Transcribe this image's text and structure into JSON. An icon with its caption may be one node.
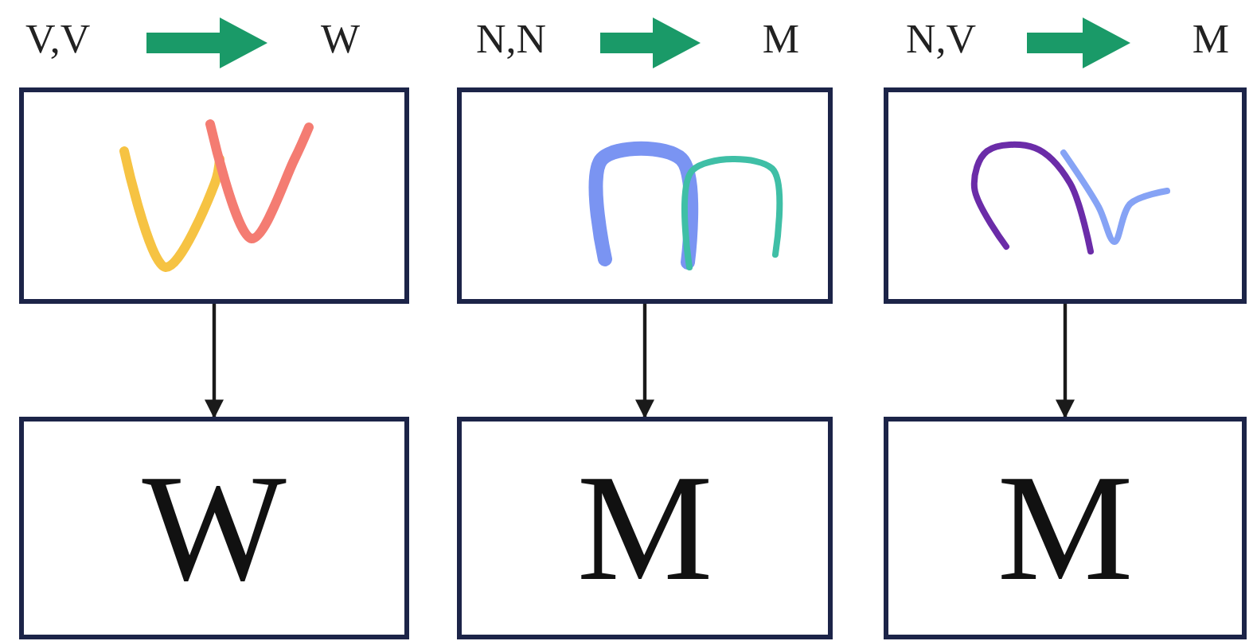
{
  "diagram": {
    "nodes": [
      {
        "text": [
          "V,V"
        ]
      },
      {
        "text": [
          "W"
        ]
      },
      {
        "text": [
          "N,N"
        ]
      },
      {
        "text": [
          "M"
        ]
      },
      {
        "text": [
          "N,V"
        ]
      },
      {
        "text": [
          "M"
        ]
      },
      {
        "text": [],
        "shape": "picture"
      },
      {
        "text": [],
        "shape": "picture"
      },
      {
        "text": [],
        "shape": "picture"
      },
      {
        "text": [
          "W"
        ]
      },
      {
        "text": [
          "M"
        ]
      },
      {
        "text": [
          "M"
        ]
      }
    ],
    "edges": [
      {
        "from": 0,
        "to": 1,
        "arrow": "to",
        "style": "thick",
        "color": "#1a9a68"
      },
      {
        "from": 2,
        "to": 3,
        "arrow": "to",
        "style": "thick",
        "color": "#1a9a68"
      },
      {
        "from": 4,
        "to": 5,
        "arrow": "to",
        "style": "thick",
        "color": "#1a9a68"
      },
      {
        "from": 6,
        "to": 9,
        "arrow": "to",
        "color": "#1a1a1a"
      },
      {
        "from": 7,
        "to": 10,
        "arrow": "to",
        "color": "#1a1a1a"
      },
      {
        "from": 8,
        "to": 11,
        "arrow": "to",
        "color": "#1a1a1a"
      }
    ]
  }
}
